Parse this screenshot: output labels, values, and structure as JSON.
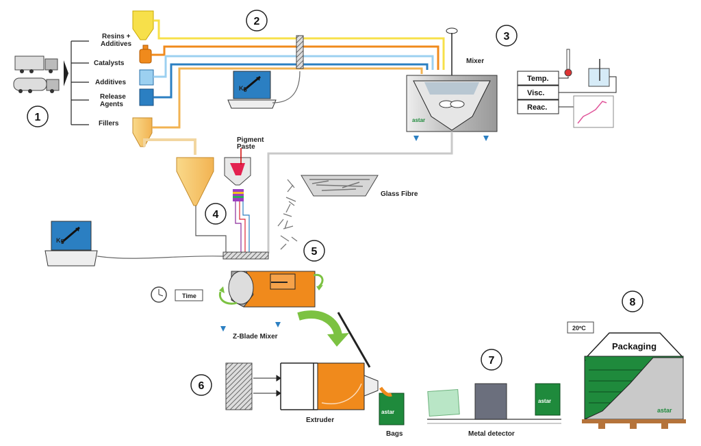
{
  "steps": [
    "1",
    "2",
    "3",
    "4",
    "5",
    "6",
    "7",
    "8"
  ],
  "inputs": {
    "resins": [
      "Resins +",
      "Additives"
    ],
    "catalysts": "Catalysts",
    "additives": "Additives",
    "release": [
      "Release",
      "Agents"
    ],
    "fillers": "Fillers"
  },
  "mixer": {
    "title": "Mixer",
    "brand": "astar"
  },
  "controls": {
    "temp": "Temp.",
    "visc": "Visc.",
    "reac": "Reac."
  },
  "pigment": [
    "Pigment",
    "Paste"
  ],
  "glass_fibre": "Glass Fibre",
  "scale_unit": "Kg",
  "time_label": "Time",
  "z_blade": "Z-Blade Mixer",
  "extruder": "Extruder",
  "bags": "Bags",
  "bag_brand": "astar",
  "metal_detector": "Metal detector",
  "temperature": "20ºC",
  "packaging": "Packaging",
  "pack_brand": "astar",
  "colors": {
    "orange": "#f08a1c",
    "yellow": "#f7e04a",
    "blue": "#3a8fd0",
    "grey": "#c9c9c9",
    "green": "#1f8a3c",
    "arrow_green": "#7cc242"
  }
}
